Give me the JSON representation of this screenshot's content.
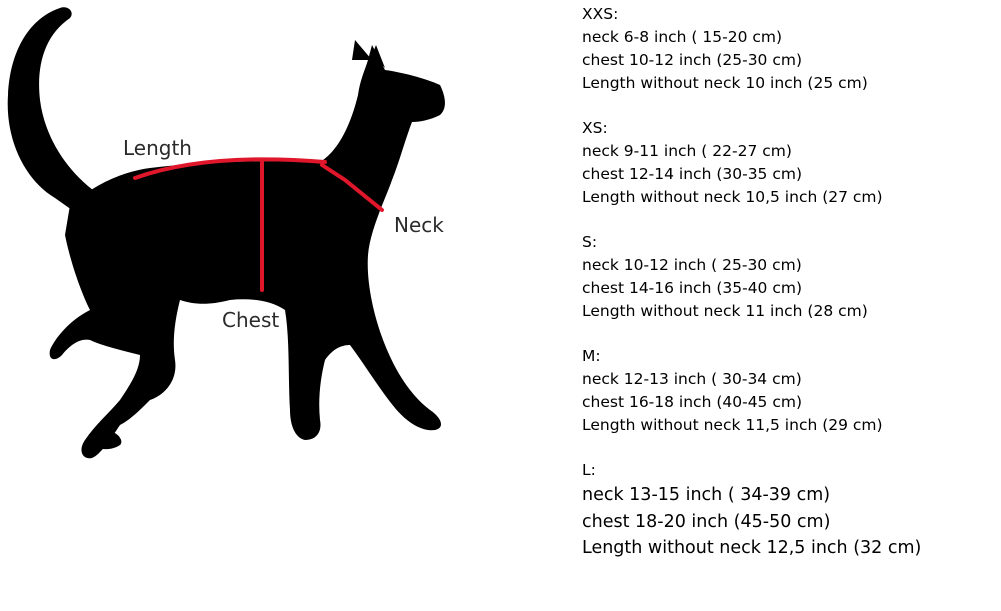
{
  "diagram": {
    "labels": {
      "length": "Length",
      "chest": "Chest",
      "neck": "Neck"
    },
    "colors": {
      "silhouette": "#000000",
      "measure_line": "#e0162b",
      "label_text": "#2b2b2b"
    }
  },
  "sizes": [
    {
      "name": "XXS:",
      "neck": "neck  6-8 inch ( 15-20 cm)",
      "chest": "chest  10-12 inch (25-30 cm)",
      "length": "Length without neck  10 inch (25 cm)"
    },
    {
      "name": "XS:",
      "neck": "neck  9-11 inch ( 22-27 cm)",
      "chest": "chest  12-14 inch (30-35 cm)",
      "length": "Length without neck  10,5 inch (27 cm)"
    },
    {
      "name": "S:",
      "neck": "neck  10-12 inch ( 25-30 cm)",
      "chest": "chest  14-16 inch (35-40 cm)",
      "length": "Length without neck  11 inch (28 cm)"
    },
    {
      "name": "M:",
      "neck": "neck  12-13 inch ( 30-34 cm)",
      "chest": "chest  16-18 inch (40-45 cm)",
      "length": "Length without neck  11,5 inch (29 cm)"
    },
    {
      "name": "L:",
      "neck": "neck  13-15 inch ( 34-39 cm)",
      "chest": "chest  18-20 inch (45-50 cm)",
      "length": "Length without neck  12,5 inch (32 cm)"
    }
  ]
}
